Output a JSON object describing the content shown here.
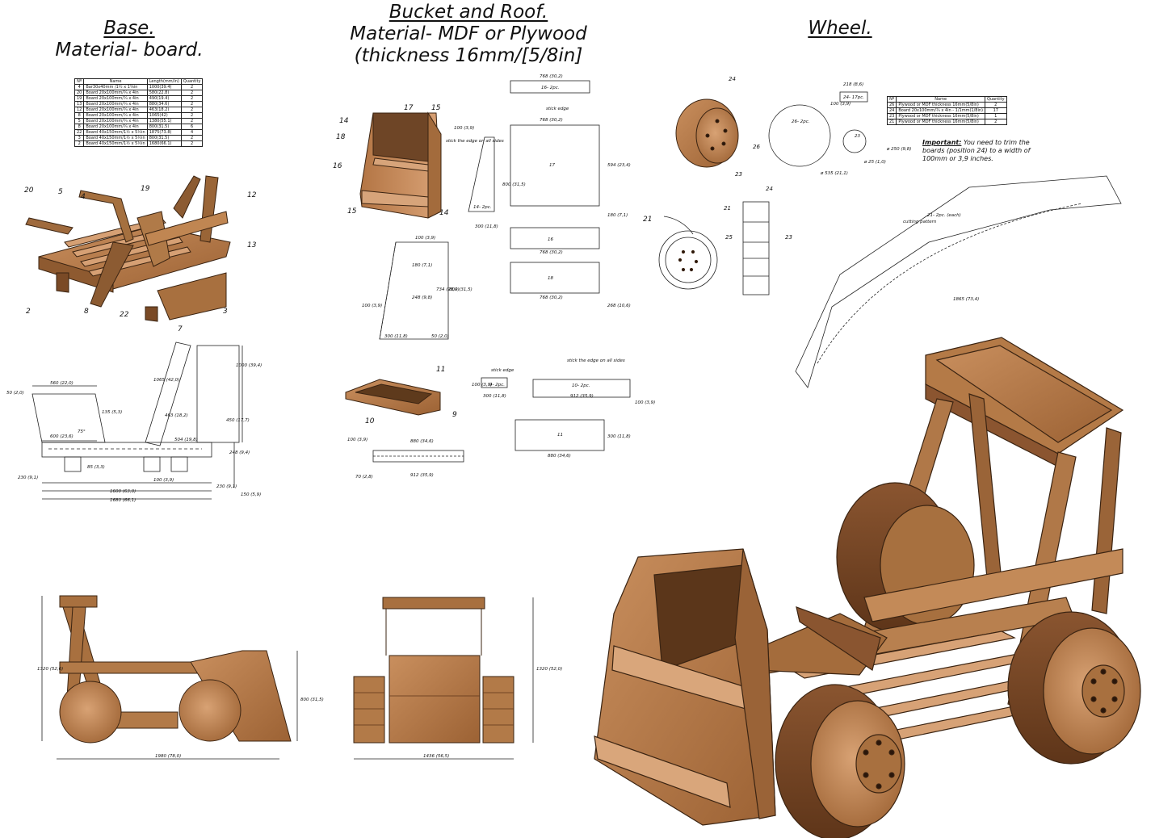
{
  "titles": {
    "base": {
      "heading": "Base.",
      "material": "Material- board."
    },
    "bucket": {
      "heading": "Bucket and Roof.",
      "material": "Material- MDF or Plywood",
      "thickness": "(thickness 16mm/[5/8in]"
    },
    "wheel": {
      "heading": "Wheel."
    }
  },
  "base_bom": {
    "headers": [
      "Nº",
      "Name",
      "Length(mm/in)",
      "Quantity"
    ],
    "rows": [
      [
        "4",
        "Bar30x40mm /1½ x 1⅝in",
        "1000(39.4)",
        "2"
      ],
      [
        "20",
        "Board 20x100mm/¾ x 4in",
        "580(22.8)",
        "2"
      ],
      [
        "19",
        "Board 20x100mm/¾ x 4in",
        "490(19.4)",
        "2"
      ],
      [
        "13",
        "Board 20x100mm/¾ x 4in",
        "880(34.6)",
        "2"
      ],
      [
        "12",
        "Board 20x100mm/¾ x 4in",
        "463(18.2)",
        "2"
      ],
      [
        "8",
        "Board 20x100mm/¾ x 4in",
        "1065(42)",
        "2"
      ],
      [
        "5",
        "Board 20x100mm/¾ x 4in",
        "1380(55.1)",
        "2"
      ],
      [
        "8",
        "Board 20x100mm/¾ x 4in",
        "800(31.5)",
        "6"
      ],
      [
        "22",
        "Board 40x150mm/1½ x 5½in",
        "1875(73.8)",
        "4"
      ],
      [
        "3",
        "Board 40x150mm/1½ x 5½in",
        "800(31.5)",
        "2"
      ],
      [
        "2",
        "Board 40x150mm/1½ x 5½in",
        "1680(66.1)",
        "2"
      ]
    ]
  },
  "wheel_bom": {
    "headers": [
      "Nº",
      "Name",
      "Quantity"
    ],
    "rows": [
      [
        "26",
        "Plywood or MDF thickness 16mm(5/8in)",
        "2"
      ],
      [
        "24",
        "Board 20x100mm/¾ x 4in - 1/1mm(1/8in)",
        "17"
      ],
      [
        "23",
        "Plywood or MDF thickness 16mm(5/8in)",
        "1"
      ],
      [
        "21",
        "Plywood or MDF thickness 16mm(5/8in)",
        "2"
      ]
    ]
  },
  "wheel_note": {
    "important": "Important:",
    "text": "You need to trim the boards (position 24) to a width of 100mm or 3,9 inches."
  },
  "callouts": {
    "base_iso": [
      "20",
      "5",
      "4",
      "19",
      "12",
      "13",
      "2",
      "8",
      "22",
      "7",
      "3"
    ],
    "bucket_iso": [
      "14",
      "17",
      "15",
      "18",
      "16",
      "15",
      "14"
    ],
    "small_box": [
      "11",
      "10",
      "9"
    ],
    "wheel": [
      "24",
      "26",
      "23",
      "21",
      "21",
      "24",
      "25",
      "23"
    ]
  },
  "base_dims": {
    "d1": "560 (22,0)",
    "d2": "50 (2,0)",
    "d3": "600 (23,6)",
    "d4": "1000 (39,4)",
    "d5": "463 (18,2)",
    "d6": "450 (17,7)",
    "d7": "504 (19,8)",
    "d8": "248 (9,4)",
    "d9": "230 (9,1)",
    "d10": "85 (3,3)",
    "d11": "100 (3,9)",
    "d12": "1600 (63,0)",
    "d13": "1680 (66,1)",
    "d14": "230 (9,1)",
    "d15": "150 (5,9)",
    "d16": "1065 (42,0)",
    "d17": "75°",
    "d18": "135 (5,3)"
  },
  "bucket_dims": {
    "roof_top": "768 (30,2)",
    "roof_qty": "16- 2pc.",
    "stick_edge": "stick edge",
    "back_w": "768 (30,2)",
    "back_h": "594 (23,4)",
    "height_side": "100 (3,9)",
    "side_h": "800 (31,5)",
    "side_w": "300 (11,8)",
    "side_qty": "14- 2pc.",
    "stick_all": "stick the edge on all sides",
    "p17": "17",
    "p16": "16",
    "p18": "18",
    "plank_w": "768 (30,2)",
    "plank2_w": "768 (30,2)",
    "plank_h": "180 (7,1)",
    "tall_h": "268 (10,6)",
    "prof_top": "100 (3,9)",
    "prof_mid": "180 (7,1)",
    "prof_step": "248 (9,8)",
    "prof_h": "734 (28,9)",
    "prof_h2": "800 (31,5)",
    "prof_base": "300 (11,8)",
    "prof_base2": "50 (2,0)",
    "prof_left": "100 (3,9)"
  },
  "box_dims": {
    "w": "880 (34,6)",
    "w2": "912 (35,9)",
    "h1": "100 (3,9)",
    "h2": "70 (2,8)",
    "side_qty": "9- 2pc.",
    "side_w": "300 (11,8)",
    "side_h": "100 (3,9)",
    "long_qty": "10- 2pc.",
    "long_w": "912 (35,9)",
    "long_h": "100 (3,9)",
    "plate_w": "880 (34,6)",
    "plate_h": "300 (11,8)",
    "p11": "11",
    "stick": "stick edge",
    "stick_all": "stick the edge on all sides"
  },
  "wheel_dims": {
    "w1": "218 (8,6)",
    "qty24": "24- 17pc.",
    "h24": "100 (3,9)",
    "disc": "26- 2pc.",
    "dia_big": "ø 535 (21,1)",
    "p23": "23",
    "dia_23": "ø 250 (9,8)",
    "dia_small": "ø 25 (1,0)",
    "arc_label": "21- 2pc. (each)",
    "arc_cut": "cutting pattern",
    "arc_len": "1865 (73,4)"
  },
  "front_dims": {
    "w": "1980 (78,0)",
    "h": "1320 (52,0)",
    "h2": "800 (31,5)"
  },
  "rear_dims": {
    "w": "1436 (56,5)",
    "h": "1320 (52,0)"
  }
}
